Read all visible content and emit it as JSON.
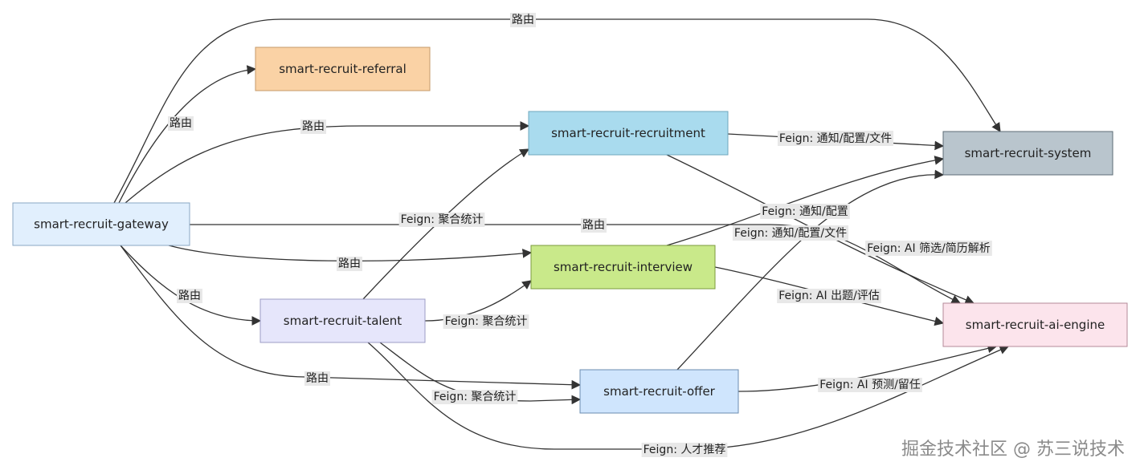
{
  "nodes": {
    "gateway": {
      "label": "smart-recruit-gateway",
      "fill": "#e1effd",
      "stroke": "#8aa7c4"
    },
    "referral": {
      "label": "smart-recruit-referral",
      "fill": "#fad2a5",
      "stroke": "#c49a6a"
    },
    "recruitment": {
      "label": "smart-recruit-recruitment",
      "fill": "#a9dbee",
      "stroke": "#6ea7be"
    },
    "system": {
      "label": "smart-recruit-system",
      "fill": "#b9c5cd",
      "stroke": "#5d6c76"
    },
    "interview": {
      "label": "smart-recruit-interview",
      "fill": "#c9e98a",
      "stroke": "#7c9b3e"
    },
    "talent": {
      "label": "smart-recruit-talent",
      "fill": "#e6e6fb",
      "stroke": "#9c9cc6"
    },
    "ai_engine": {
      "label": "smart-recruit-ai-engine",
      "fill": "#fce4ec",
      "stroke": "#b48a98"
    },
    "offer": {
      "label": "smart-recruit-offer",
      "fill": "#cfe5fd",
      "stroke": "#6b8cb0"
    }
  },
  "edges": [
    {
      "from": "gateway",
      "to": "system",
      "label": "路由"
    },
    {
      "from": "gateway",
      "to": "referral",
      "label": "路由"
    },
    {
      "from": "gateway",
      "to": "recruitment",
      "label": "路由"
    },
    {
      "from": "gateway",
      "to": "ai_engine",
      "label": "路由"
    },
    {
      "from": "gateway",
      "to": "interview",
      "label": "路由"
    },
    {
      "from": "gateway",
      "to": "talent",
      "label": "路由"
    },
    {
      "from": "gateway",
      "to": "offer",
      "label": "路由"
    },
    {
      "from": "talent",
      "to": "recruitment",
      "label": "Feign: 聚合统计"
    },
    {
      "from": "talent",
      "to": "interview",
      "label": "Feign: 聚合统计"
    },
    {
      "from": "talent",
      "to": "offer",
      "label": "Feign: 聚合统计"
    },
    {
      "from": "talent",
      "to": "ai_engine",
      "label": "Feign: 人才推荐"
    },
    {
      "from": "recruitment",
      "to": "system",
      "label": "Feign: 通知/配置/文件"
    },
    {
      "from": "recruitment",
      "to": "ai_engine",
      "label": "Feign: AI 筛选/简历解析"
    },
    {
      "from": "interview",
      "to": "system",
      "label": "Feign: 通知/配置"
    },
    {
      "from": "interview",
      "to": "ai_engine",
      "label": "Feign: AI 出题/评估"
    },
    {
      "from": "offer",
      "to": "system",
      "label": "Feign: 通知/配置/文件"
    },
    {
      "from": "offer",
      "to": "ai_engine",
      "label": "Feign: AI 预测/留任"
    }
  ],
  "edge_color": "#333333",
  "label_bg": "#e8e8e8",
  "watermark": "掘金技术社区 @ 苏三说技术"
}
